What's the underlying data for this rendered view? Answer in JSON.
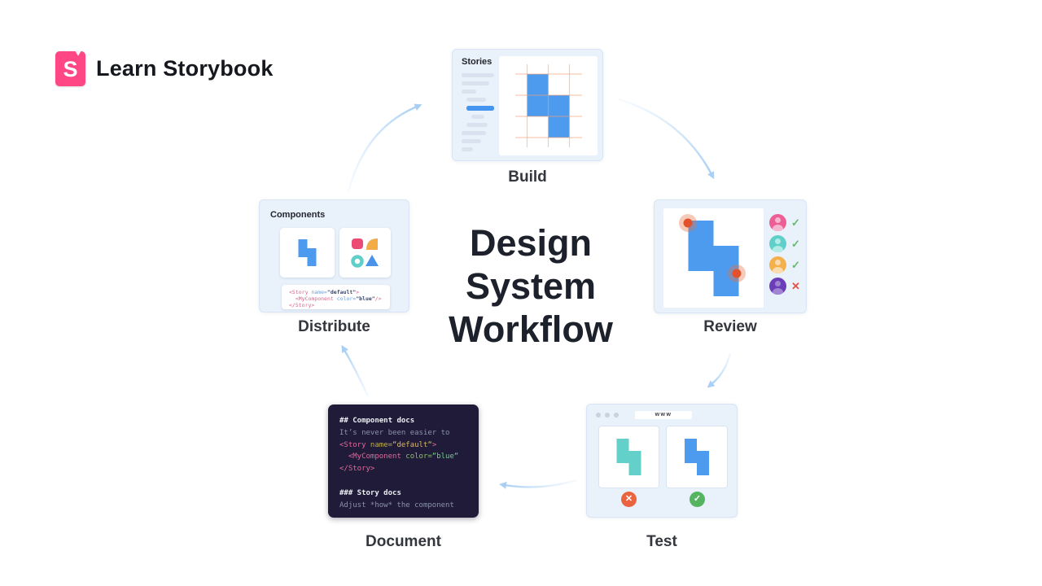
{
  "brand": {
    "name": "Learn Storybook",
    "logo_letter": "S",
    "logo_color": "#ff4785"
  },
  "title": {
    "lines": [
      "Design",
      "System",
      "Workflow"
    ]
  },
  "stages": {
    "build": {
      "label": "Build",
      "panel_title": "Stories",
      "sidebar_bars": [
        {
          "w": 40
        },
        {
          "w": 34
        },
        {
          "w": 18
        },
        {
          "w": 24,
          "indent": 6
        },
        {
          "w": 34,
          "indent": 6,
          "blue": true
        },
        {
          "w": 16,
          "indent": 12
        },
        {
          "w": 26,
          "indent": 6
        },
        {
          "w": 30
        },
        {
          "w": 24
        },
        {
          "w": 14
        }
      ]
    },
    "review": {
      "label": "Review",
      "avatars": [
        {
          "bg": "#ec5e95",
          "fg": "#f6b7ce",
          "status": "approved"
        },
        {
          "bg": "#5fd0c9",
          "fg": "#b5ebe7",
          "status": "approved"
        },
        {
          "bg": "#f4b04a",
          "fg": "#fbdcae",
          "status": "approved"
        },
        {
          "bg": "#6c3db8",
          "fg": "#a184d2",
          "status": "rejected"
        }
      ]
    },
    "test": {
      "label": "Test",
      "address": "www",
      "left_result": "fail",
      "right_result": "pass"
    },
    "document": {
      "label": "Document",
      "code_lines": [
        [
          {
            "t": "## Component docs",
            "c": "h"
          }
        ],
        [
          {
            "t": "It’s never been easier to",
            "c": "txt"
          }
        ],
        [
          {
            "t": "<Story",
            "c": "tag"
          },
          {
            "t": " name=",
            "c": "attr"
          },
          {
            "t": "“default“",
            "c": "str"
          },
          {
            "t": ">",
            "c": "tag"
          }
        ],
        [
          {
            "t": "  <MyComponent",
            "c": "tag"
          },
          {
            "t": " color=",
            "c": "attr2"
          },
          {
            "t": "“blue“",
            "c": "str2"
          }
        ],
        [
          {
            "t": "</Story>",
            "c": "tag"
          }
        ],
        [],
        [
          {
            "t": "### Story docs",
            "c": "h"
          }
        ],
        [
          {
            "t": "Adjust *how* the component",
            "c": "txt"
          }
        ]
      ]
    },
    "distribute": {
      "label": "Distribute",
      "panel_title": "Components",
      "code_lines": [
        [
          {
            "t": "<Story",
            "c": "ltag"
          },
          {
            "t": " name=",
            "c": "lattr"
          },
          {
            "t": "\"default\"",
            "c": "lval"
          },
          {
            "t": ">",
            "c": "ltag"
          }
        ],
        [
          {
            "t": "  <MyComponent",
            "c": "ltag"
          },
          {
            "t": " color=",
            "c": "lattr"
          },
          {
            "t": "\"blue\"",
            "c": "lval"
          },
          {
            "t": "/>",
            "c": "ltag"
          }
        ],
        [
          {
            "t": "</Story>",
            "c": "ltag"
          }
        ]
      ]
    }
  },
  "icons": {
    "check": "✓",
    "cross": "✕"
  },
  "colors": {
    "component_blue": "#4c9bee",
    "component_teal": "#63d0ca",
    "pin_orange": "#e2512c",
    "pin_halo": "rgba(232,115,70,0.38)",
    "grid_line": "rgba(244,160,120,0.55)",
    "arrow_blue": "#a9cff4",
    "shape_pink": "#ec4b75",
    "shape_orange": "#f2ab45",
    "shape_teal": "#5fcfc9",
    "shape_triangle_blue": "#4b92ea"
  }
}
